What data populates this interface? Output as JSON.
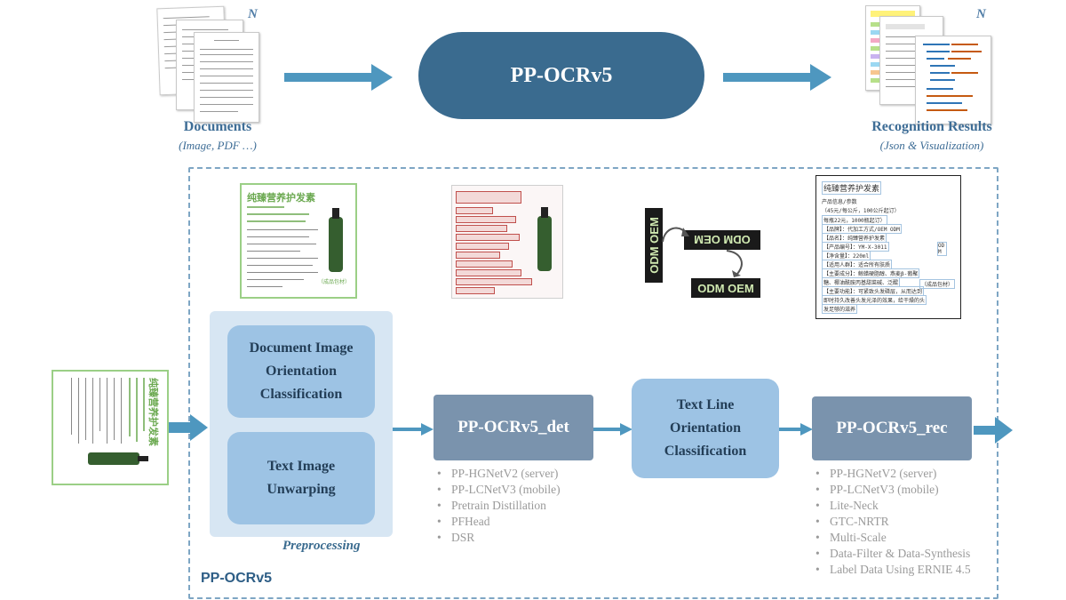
{
  "top": {
    "input_count": "N",
    "input_title": "Documents",
    "input_subtitle": "(Image, PDF …)",
    "model_name": "PP-OCRv5",
    "output_count": "N",
    "output_title": "Recognition Results",
    "output_subtitle": "(Json & Visualization)"
  },
  "pipeline": {
    "frame_label": "PP-OCRv5",
    "preprocessing": {
      "caption": "Preprocessing",
      "step1": "Document Image Orientation Classification",
      "step2": "Text Image Unwarping"
    },
    "det": {
      "title": "PP-OCRv5_det",
      "features": [
        "PP-HGNetV2 (server)",
        "PP-LCNetV3 (mobile)",
        "Pretrain Distillation",
        "PFHead",
        "DSR"
      ]
    },
    "textline": {
      "title": "Text Line Orientation Classification"
    },
    "rec": {
      "title": "PP-OCRv5_rec",
      "features": [
        "PP-HGNetV2 (server)",
        "PP-LCNetV3 (mobile)",
        "Lite-Neck",
        "GTC-NRTR",
        "Multi-Scale",
        "Data-Filter & Data-Synthesis",
        "Label Data Using ERNIE 4.5"
      ]
    }
  },
  "examples": {
    "product_title": "纯臻营养护发素",
    "oem_text": "ODM OEM",
    "rec_lines": [
      "纯臻营养护发素",
      "产品信息/参数",
      "（45元/每公斤，100公斤起订）",
      "每瓶22元，1000瓶起订）",
      "【品牌】：代加工方式/OEM ODM",
      "【品名】：纯臻营养护发素",
      "【产品编号】：YM-X-3011",
      "【净含量】：220ml",
      "【适用人群】：适合所有肤质",
      "【主要成分】：鲸蜡硬脂醇、燕麦β-葡聚",
      "糖、椰油酰胺丙基甜菜碱、泛醌",
      "【主要功能】：可紧致头发磷层，从而达到",
      "即时持久改善头发光泽的效果，给干燥的头",
      "发足够的滋养"
    ],
    "side_labels": {
      "brand_tag": "（成品包材）",
      "vertical_tag": "ODM"
    }
  },
  "colors": {
    "pill": "#3a6b8f",
    "frame": "#7ea6c4",
    "arrow": "#4e97bf",
    "light_box": "#9dc3e4",
    "gray_box": "#7a93ad",
    "pre_bg": "#d7e6f3",
    "caption": "#3e6d96",
    "bullet_text": "#9a9a9a"
  }
}
